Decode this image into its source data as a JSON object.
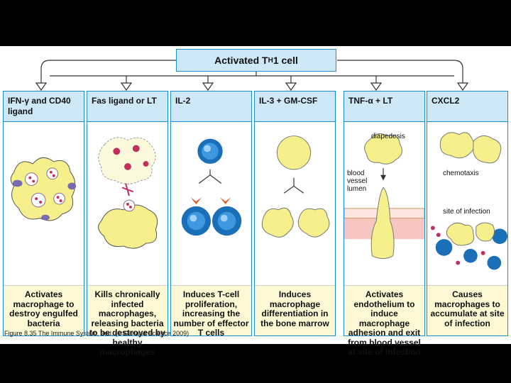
{
  "header": {
    "title_prefix": "Activated T",
    "title_sub": "H",
    "title_suffix": "1 cell"
  },
  "columns": [
    {
      "title": "IFN-γ and CD40 ligand",
      "description": "Activates macrophage to destroy engulfed bacteria"
    },
    {
      "title": "Fas ligand or LT",
      "description": "Kills chronically infected macrophages, releasing bacteria to be destroyed by healthy macrophages"
    },
    {
      "title": "IL-2",
      "description": "Induces T-cell proliferation, increasing the number of effector T cells"
    },
    {
      "title": "IL-3 + GM-CSF",
      "description": "Induces macrophage differentiation in the bone marrow"
    },
    {
      "title": "TNF-α + LT",
      "description": "Activates endothelium to induce macrophage adhesion and exit from blood vessel at site of infection"
    },
    {
      "title": "CXCL2",
      "description": "Causes macrophages to accumulate at site of infection"
    }
  ],
  "labels": {
    "diapedesis": "diapedesis",
    "blood_vessel_lumen": "blood vessel lumen",
    "chemotaxis": "chemotaxis",
    "site_of_infection": "site of infection"
  },
  "caption": "Figure 8.35 The Immune System, 3ed. (© Garland Science 2009)",
  "colors": {
    "border_blue": "#1d8fd0",
    "header_fill": "#cfe8f8",
    "footer_fill": "#fef9d4",
    "macrophage_fill": "#f5f08c",
    "tcell_blue": "#1b6fb8",
    "bacteria_red": "#c0305a"
  }
}
